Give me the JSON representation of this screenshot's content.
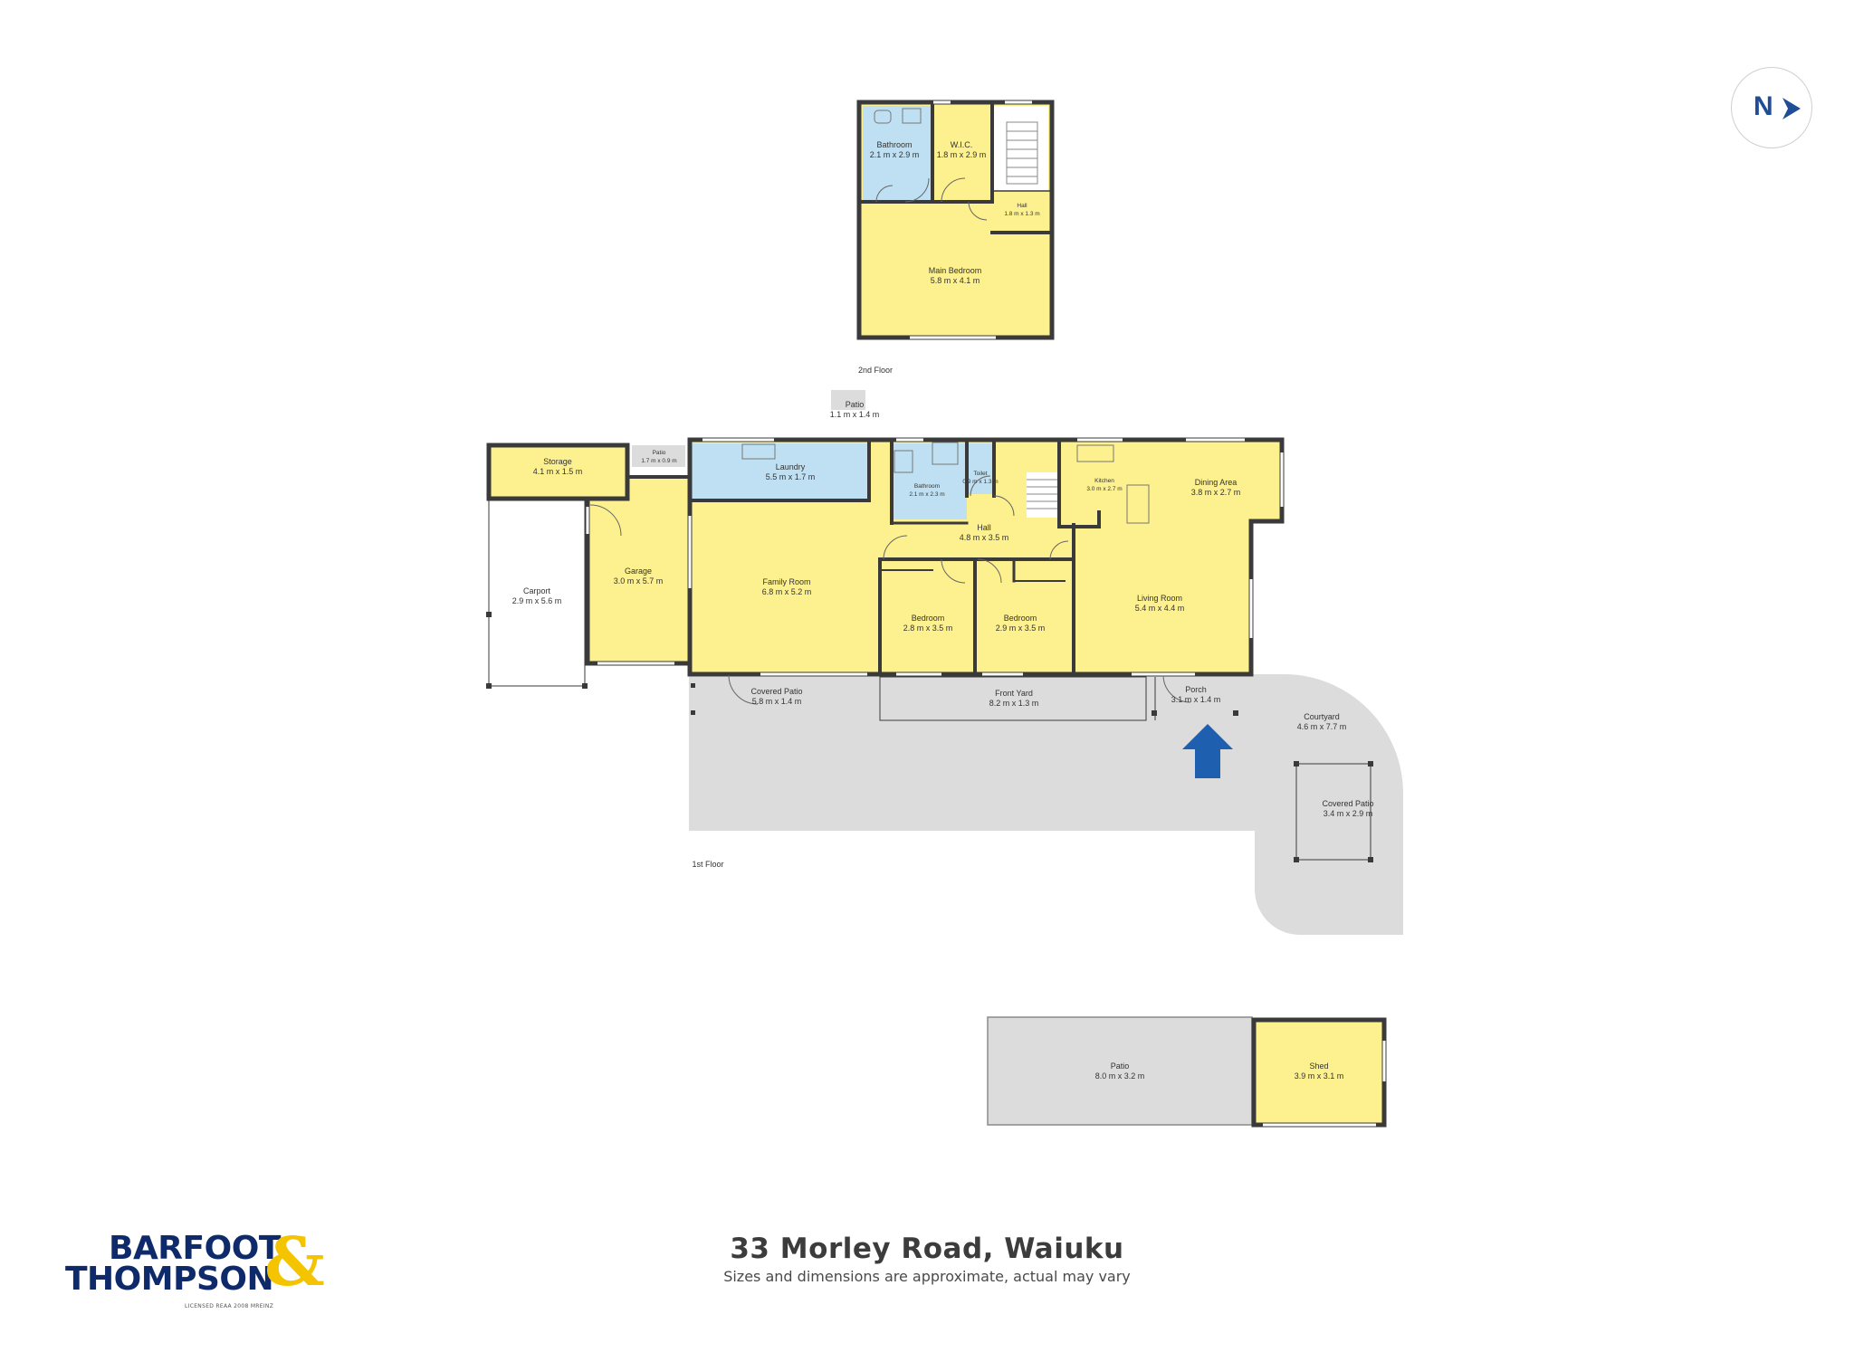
{
  "address": "33 Morley Road, Waiuku",
  "disclaimer": "Sizes and dimensions are approximate, actual may vary",
  "compass": {
    "label": "N",
    "icon": "north-arrow-icon"
  },
  "logo": {
    "line1": "BARFOOT",
    "line2": "THOMPSON",
    "ampersand": "&",
    "license": "LICENSED REAA 2008 MREINZ"
  },
  "colors": {
    "room": "#fdf08f",
    "wet_area": "#bfe0f2",
    "outdoor": "#dcdcdc",
    "wall": "#3a3a3a",
    "entrance_arrow": "#1f5fb0",
    "brand_blue": "#0f2a6b",
    "brand_yellow": "#f5c400"
  },
  "floors": {
    "second": {
      "label": "2nd Floor",
      "rooms": [
        {
          "id": "bathroom-upper",
          "name": "Bathroom",
          "size": "2.1 m x 2.9 m"
        },
        {
          "id": "wic",
          "name": "W.I.C.",
          "size": "1.8 m x 2.9 m"
        },
        {
          "id": "hall-upper",
          "name": "Hall",
          "size": "1.8 m x 1.3 m"
        },
        {
          "id": "main-bedroom",
          "name": "Main Bedroom",
          "size": "5.8 m x 4.1 m"
        }
      ]
    },
    "first": {
      "label": "1st Floor",
      "rooms": [
        {
          "id": "patio-small",
          "name": "Patio",
          "size": "1.1 m x 1.4 m"
        },
        {
          "id": "patio-tiny",
          "name": "Patio",
          "size": "1.7 m x 0.9 m"
        },
        {
          "id": "storage",
          "name": "Storage",
          "size": "4.1 m x 1.5 m"
        },
        {
          "id": "laundry",
          "name": "Laundry",
          "size": "5.5 m x 1.7 m"
        },
        {
          "id": "bathroom-lower",
          "name": "Bathroom",
          "size": "2.1 m x 2.3 m"
        },
        {
          "id": "toilet",
          "name": "Toilet",
          "size": "0.9 m x 1.3 m"
        },
        {
          "id": "kitchen",
          "name": "Kitchen",
          "size": "3.0 m x 2.7 m"
        },
        {
          "id": "dining-area",
          "name": "Dining Area",
          "size": "3.8 m x 2.7 m"
        },
        {
          "id": "hall-lower",
          "name": "Hall",
          "size": "4.8 m x 3.5 m"
        },
        {
          "id": "carport",
          "name": "Carport",
          "size": "2.9 m x 5.6 m"
        },
        {
          "id": "garage",
          "name": "Garage",
          "size": "3.0 m x 5.7 m"
        },
        {
          "id": "family-room",
          "name": "Family Room",
          "size": "6.8 m x 5.2 m"
        },
        {
          "id": "bedroom-1",
          "name": "Bedroom",
          "size": "2.8 m x 3.5 m"
        },
        {
          "id": "bedroom-2",
          "name": "Bedroom",
          "size": "2.9 m x 3.5 m"
        },
        {
          "id": "living-room",
          "name": "Living Room",
          "size": "5.4 m x 4.4 m"
        },
        {
          "id": "covered-patio-front",
          "name": "Covered Patio",
          "size": "5.8 m x 1.4 m"
        },
        {
          "id": "front-yard",
          "name": "Front Yard",
          "size": "8.2 m x 1.3 m"
        },
        {
          "id": "porch",
          "name": "Porch",
          "size": "3.1 m x 1.4 m"
        },
        {
          "id": "courtyard",
          "name": "Courtyard",
          "size": "4.6 m x 7.7 m"
        },
        {
          "id": "covered-patio-side",
          "name": "Covered Patio",
          "size": "3.4 m x 2.9 m"
        }
      ]
    },
    "outbuilding": {
      "rooms": [
        {
          "id": "patio-large",
          "name": "Patio",
          "size": "8.0 m x 3.2 m"
        },
        {
          "id": "shed",
          "name": "Shed",
          "size": "3.9 m x 3.1 m"
        }
      ]
    }
  }
}
